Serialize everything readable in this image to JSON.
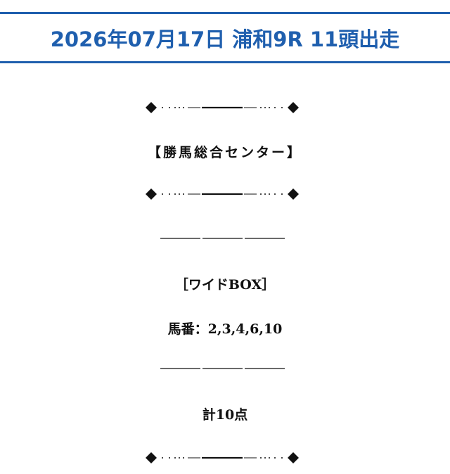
{
  "header": {
    "title": "2026年07月17日 浦和9R 11頭出走"
  },
  "ornament": {
    "icon": "diamond-dotted-divider-icon"
  },
  "divider": {
    "icon": "triple-dash-rule-icon"
  },
  "content": {
    "source_label": "【勝馬総合センター】",
    "bet_type": "［ワイドBOX］",
    "horse_numbers": "馬番：2,3,4,6,10",
    "total": "計10点"
  },
  "colors": {
    "accent": "#1f5fae",
    "text": "#111111",
    "background": "#ffffff"
  }
}
